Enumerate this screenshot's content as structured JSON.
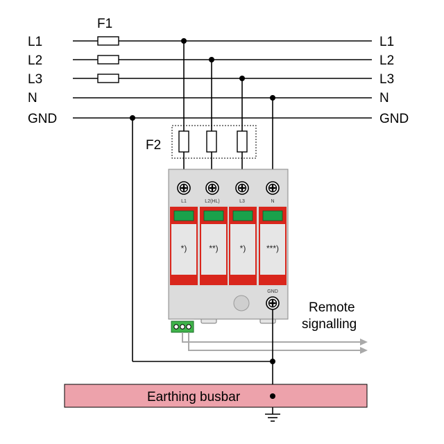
{
  "fuse_group_labels": {
    "f1": "F1",
    "f2": "F2"
  },
  "lines": [
    {
      "left": "L1",
      "right": "L1"
    },
    {
      "left": "L2",
      "right": "L2"
    },
    {
      "left": "L3",
      "right": "L3"
    },
    {
      "left": "N",
      "right": "N"
    },
    {
      "left": "GND",
      "right": "GND"
    }
  ],
  "terminals": [
    "L1",
    "L2(HL)",
    "L3",
    "N"
  ],
  "gnd_terminal": "GND",
  "modules": [
    "*)",
    "**)",
    "*)",
    "***)"
  ],
  "remote": {
    "line1": "Remote",
    "line2": "signalling"
  },
  "busbar": "Earthing busbar",
  "colors": {
    "module_red": "#d9261c",
    "indicator_green": "#1aa14b",
    "busbar_fill": "#eda2ab",
    "housing": "#d8d8d8"
  }
}
